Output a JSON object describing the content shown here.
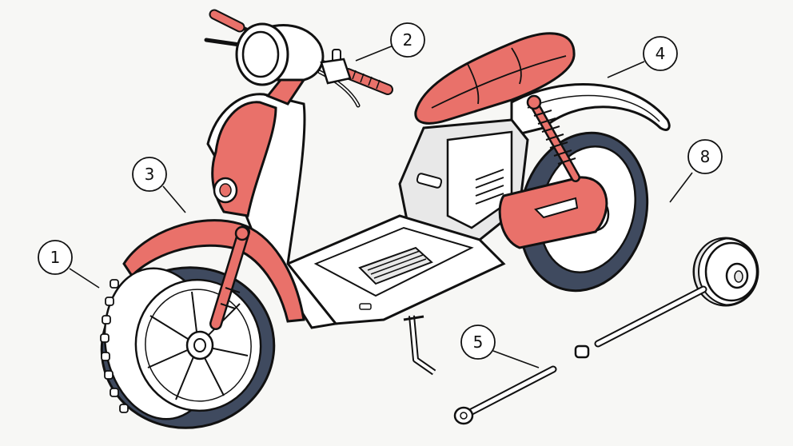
{
  "colors": {
    "background": "#f7f7f5",
    "outline": "#111111",
    "accent": "#e9716a",
    "tire": "#3f4a5f",
    "white": "#ffffff",
    "light_gray": "#e8e8e8"
  },
  "callouts": [
    {
      "label": "1",
      "part": "front-wheel"
    },
    {
      "label": "2",
      "part": "handlebar"
    },
    {
      "label": "3",
      "part": "front-fork"
    },
    {
      "label": "4",
      "part": "rear-fender"
    },
    {
      "label": "5",
      "part": "axle-bolt"
    },
    {
      "label": "8",
      "part": "rear-wheel-hub"
    }
  ]
}
